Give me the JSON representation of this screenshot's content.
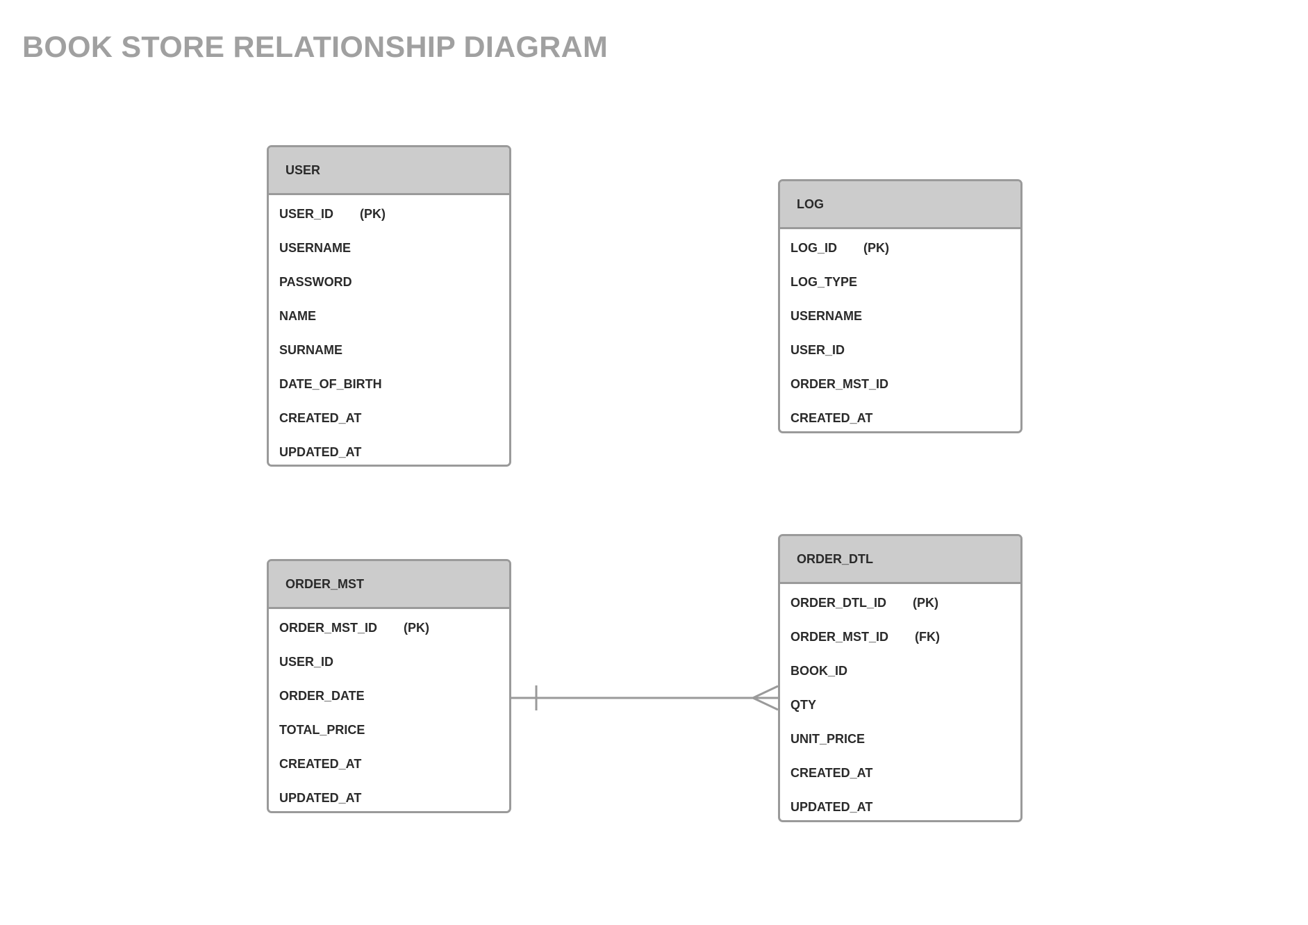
{
  "title": "BOOK STORE RELATIONSHIP DIAGRAM",
  "colors": {
    "border": "#9a9a9a",
    "header_fill": "#cccccc",
    "title_text": "#a0a0a0",
    "text": "#2a2a2a"
  },
  "entities": {
    "user": {
      "name": "USER",
      "fields": [
        {
          "name": "USER_ID",
          "key": "(PK)"
        },
        {
          "name": "USERNAME",
          "key": ""
        },
        {
          "name": "PASSWORD",
          "key": ""
        },
        {
          "name": "NAME",
          "key": ""
        },
        {
          "name": "SURNAME",
          "key": ""
        },
        {
          "name": "DATE_OF_BIRTH",
          "key": ""
        },
        {
          "name": "CREATED_AT",
          "key": ""
        },
        {
          "name": "UPDATED_AT",
          "key": ""
        }
      ]
    },
    "log": {
      "name": "LOG",
      "fields": [
        {
          "name": "LOG_ID",
          "key": "(PK)"
        },
        {
          "name": "LOG_TYPE",
          "key": ""
        },
        {
          "name": "USERNAME",
          "key": ""
        },
        {
          "name": "USER_ID",
          "key": ""
        },
        {
          "name": "ORDER_MST_ID",
          "key": ""
        },
        {
          "name": "CREATED_AT",
          "key": ""
        }
      ]
    },
    "order_mst": {
      "name": "ORDER_MST",
      "fields": [
        {
          "name": "ORDER_MST_ID",
          "key": "(PK)"
        },
        {
          "name": "USER_ID",
          "key": ""
        },
        {
          "name": "ORDER_DATE",
          "key": ""
        },
        {
          "name": "TOTAL_PRICE",
          "key": ""
        },
        {
          "name": "CREATED_AT",
          "key": ""
        },
        {
          "name": "UPDATED_AT",
          "key": ""
        }
      ]
    },
    "order_dtl": {
      "name": "ORDER_DTL",
      "fields": [
        {
          "name": "ORDER_DTL_ID",
          "key": "(PK)"
        },
        {
          "name": "ORDER_MST_ID",
          "key": "(FK)"
        },
        {
          "name": "BOOK_ID",
          "key": ""
        },
        {
          "name": "QTY",
          "key": ""
        },
        {
          "name": "UNIT_PRICE",
          "key": ""
        },
        {
          "name": "CREATED_AT",
          "key": ""
        },
        {
          "name": "UPDATED_AT",
          "key": ""
        }
      ]
    }
  },
  "relationships": [
    {
      "from": "ORDER_MST",
      "to": "ORDER_DTL",
      "from_cardinality": "one",
      "to_cardinality": "many"
    }
  ]
}
